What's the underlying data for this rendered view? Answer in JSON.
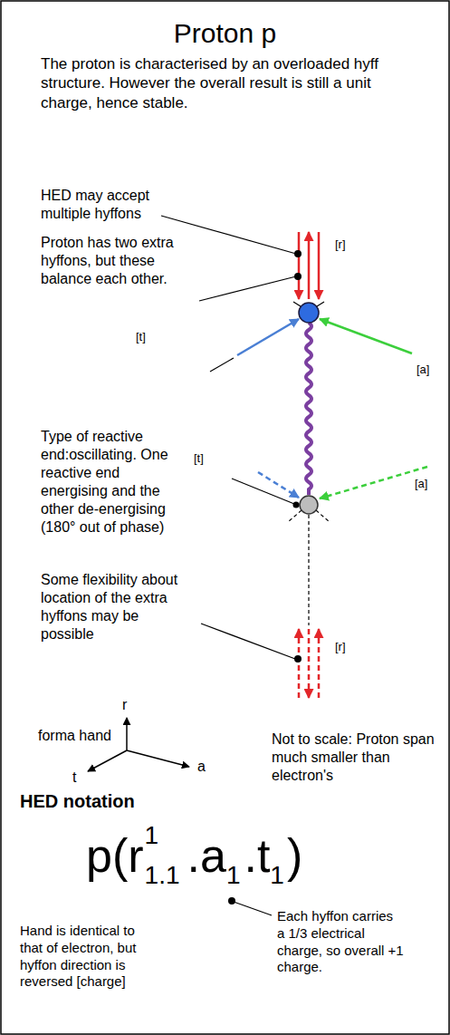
{
  "diagram": {
    "title": "Proton p",
    "labels": [
      "The proton is characterised by an overloaded hyff structure. However the overall result is still a unit charge, hence stable.",
      "HED may accept multiple hyffons",
      "Proton has two extra hyffons, but these balance each other.",
      "[r]",
      "[t]",
      "[a]",
      "Type of reactive end:oscillating. One reactive end energising and the other de-energising (180° out of phase)",
      "[t]",
      "[a]",
      "Some flexibility about location of the extra hyffons may be possible",
      "[r]",
      "r",
      "forma hand",
      "a",
      "t",
      "Not to scale: Proton span much smaller than electron's",
      "HED notation",
      "p(r",
      "1",
      "1.1",
      ".a",
      "1",
      ".t",
      "1",
      ")",
      "Hand is identical to that of electron, but hyffon direction is reversed [charge]",
      "Each hyffon carries a 1/3 electrical charge, so overall +1 charge."
    ]
  }
}
